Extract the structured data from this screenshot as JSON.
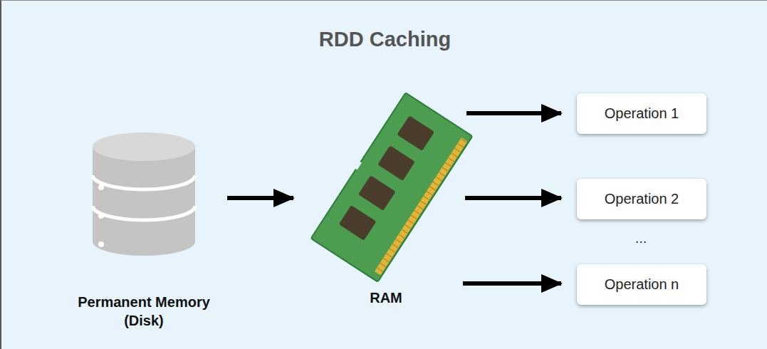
{
  "diagram": {
    "title": "RDD Caching",
    "nodes": [
      {
        "text": [
          "Permanent Memory (Disk)"
        ]
      },
      {
        "text": [
          "RAM"
        ]
      },
      {
        "text": [
          "Operation 1"
        ]
      },
      {
        "text": [
          "Operation 2"
        ]
      },
      {
        "text": [
          "Operation n"
        ]
      }
    ],
    "edges": [
      {
        "from": 0,
        "to": 1,
        "arrow": "to"
      },
      {
        "from": 1,
        "to": 2,
        "arrow": "to"
      },
      {
        "from": 1,
        "to": 3,
        "arrow": "to"
      },
      {
        "from": 1,
        "to": 4,
        "arrow": "to"
      }
    ],
    "labels": [
      "..."
    ]
  }
}
